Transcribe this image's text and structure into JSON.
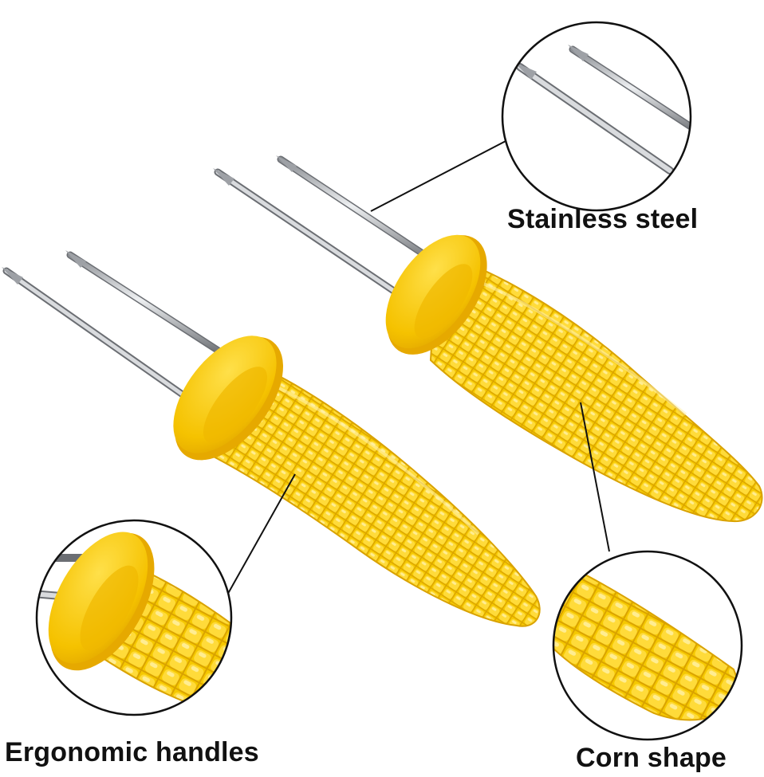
{
  "captions": {
    "stainless_steel": "Stainless steel",
    "ergonomic_handles": "Ergonomic handles",
    "corn_shape": "Corn shape"
  },
  "colors": {
    "corn_yellow": "#F5C800",
    "corn_light": "#FFE04A",
    "corn_shadow": "#E0A800",
    "steel": "#B9BCC0",
    "steel_dark": "#5E6166",
    "circle_stroke": "#111111"
  },
  "icons": {
    "product": "corn-holder-pair",
    "detail_1": "steel-prongs-closeup",
    "detail_2": "corn-shape-closeup",
    "detail_3": "ergonomic-handle-closeup"
  }
}
